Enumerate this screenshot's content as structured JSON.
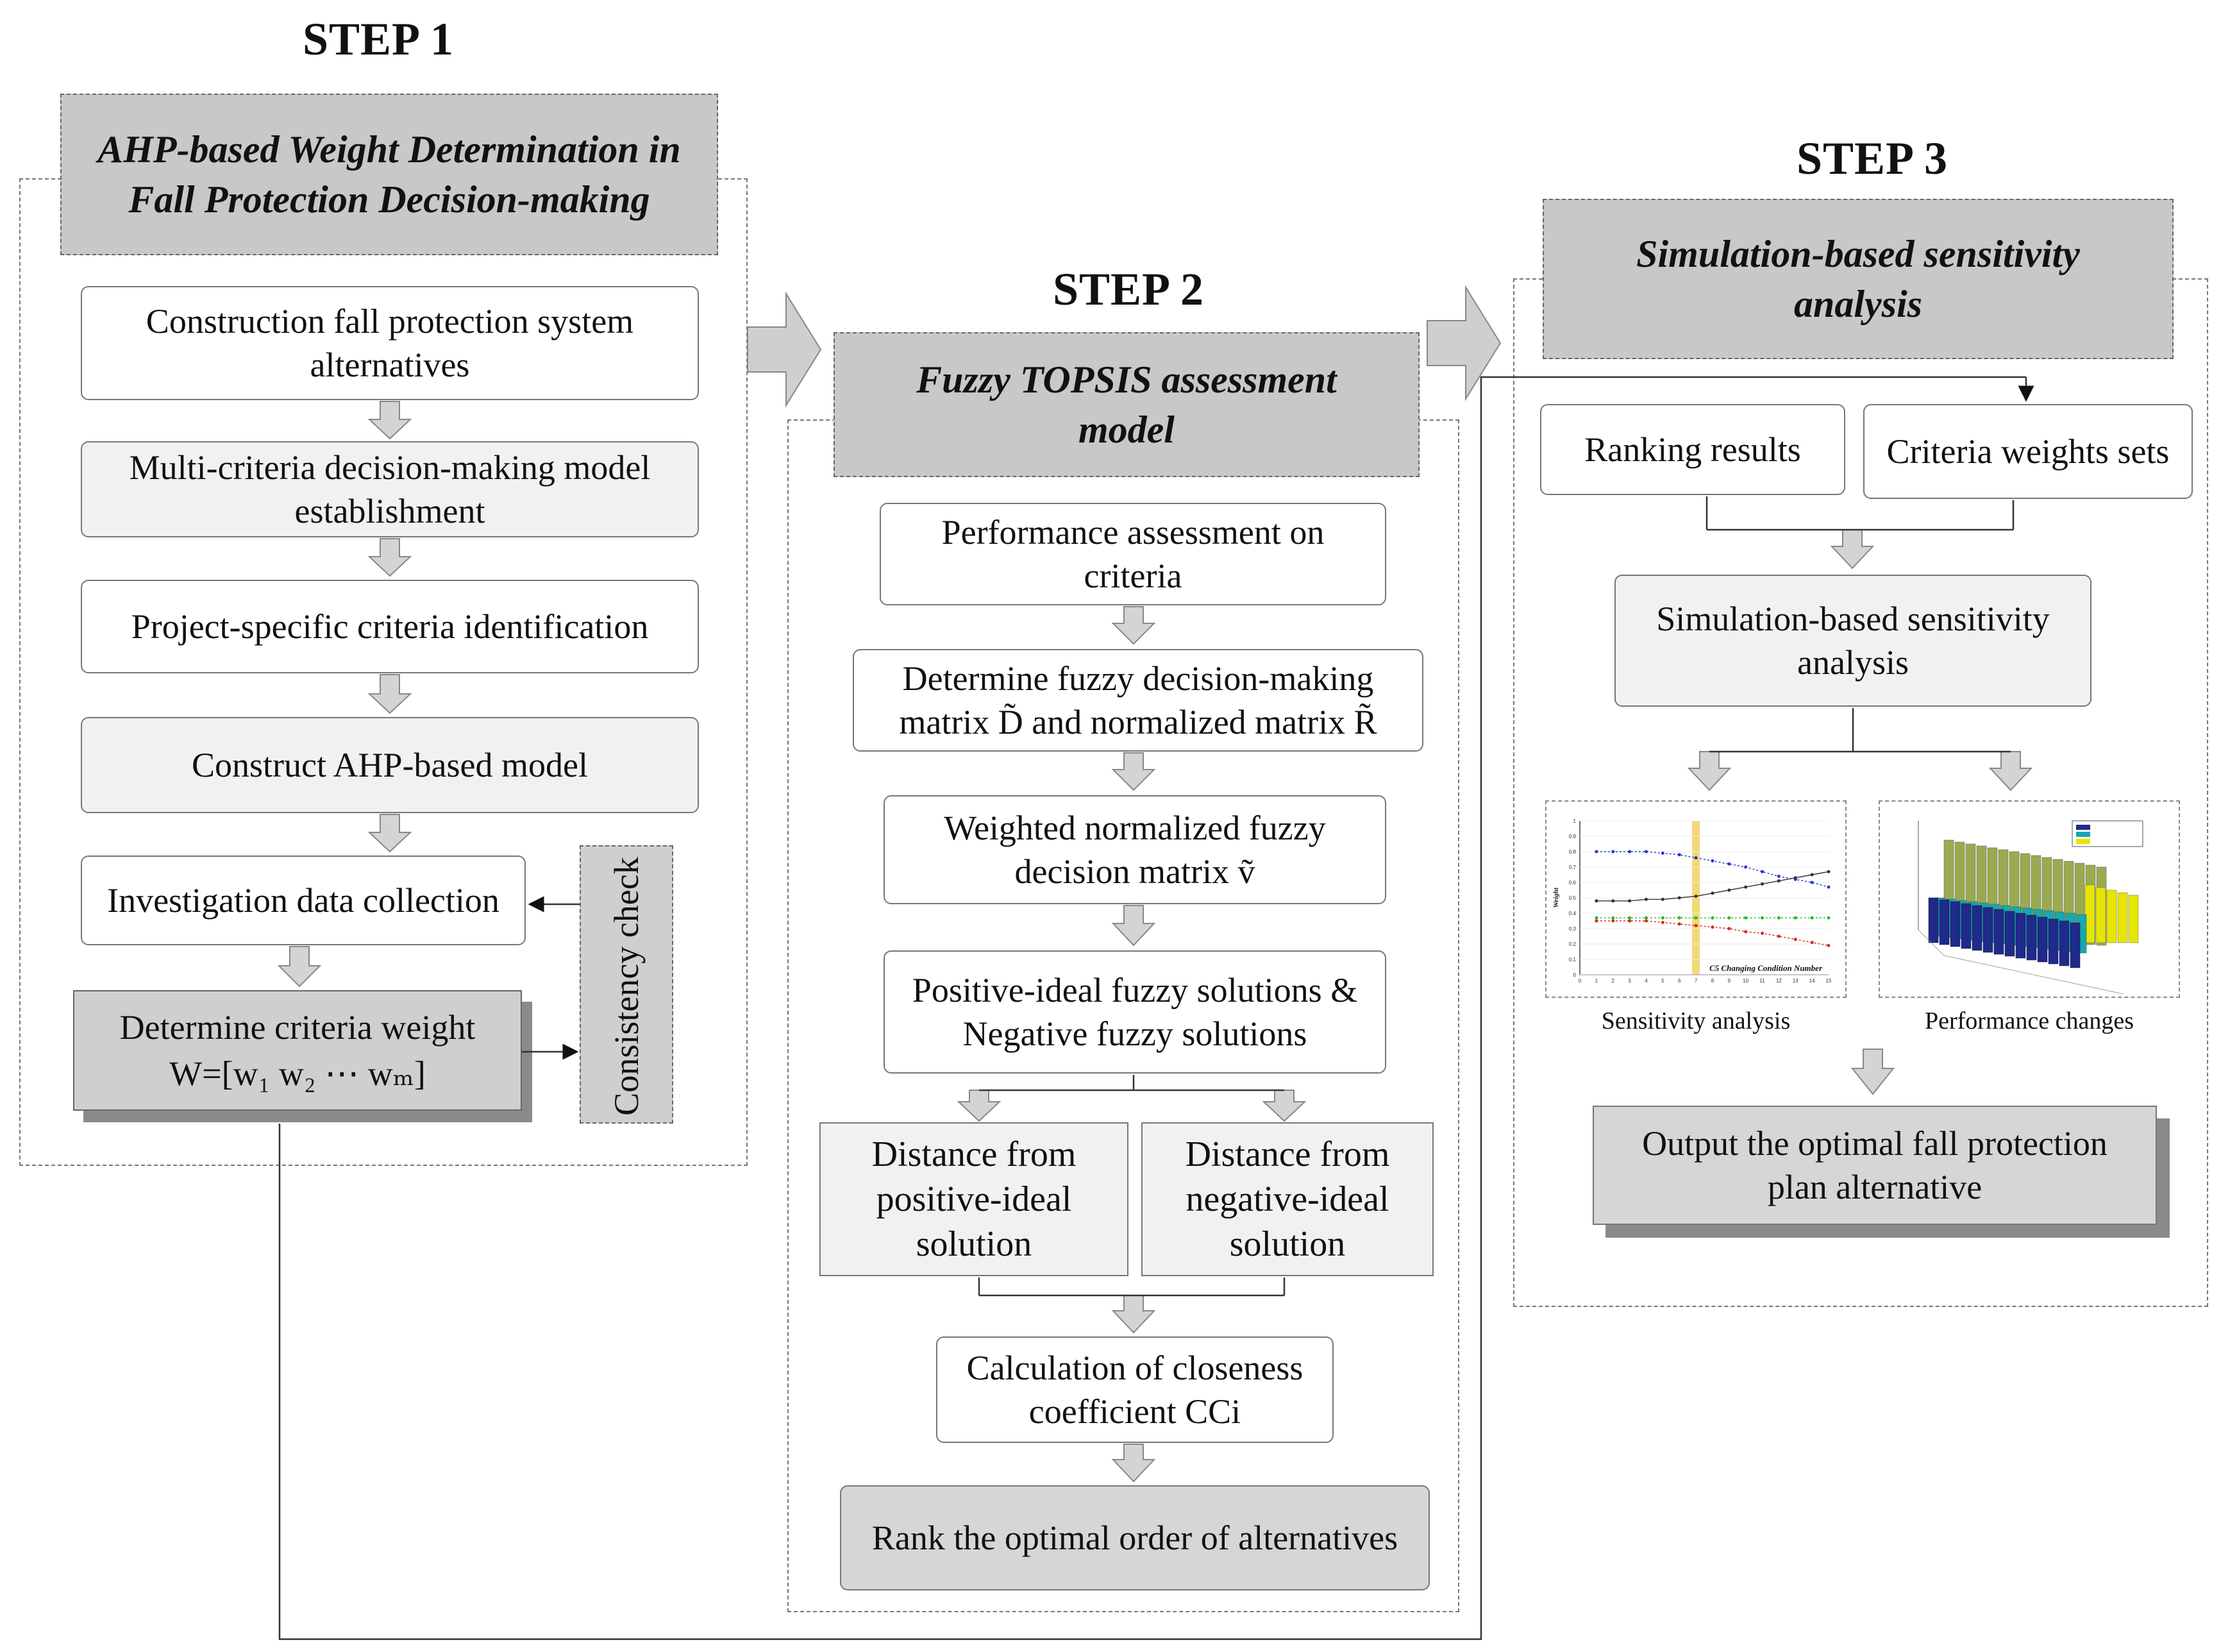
{
  "step1": {
    "label": "STEP 1",
    "title": "AHP-based Weight Determination in Fall Protection Decision-making",
    "boxes": [
      "Construction fall protection system alternatives",
      "Multi-criteria decision-making model establishment",
      "Project-specific criteria identification",
      "Construct AHP-based model",
      "Investigation data collection"
    ],
    "weight_box": {
      "line1": "Determine criteria weight",
      "line2": "W=[w₁ w₂ ⋯ wₘ]"
    },
    "consistency": "Consistency check"
  },
  "step2": {
    "label": "STEP 2",
    "title": "Fuzzy TOPSIS assessment model",
    "boxes": [
      "Performance assessment on criteria",
      "Determine fuzzy decision-making matrix D̃ and normalized matrix R̃",
      "Weighted normalized fuzzy decision matrix ṽ",
      "Positive-ideal fuzzy solutions & Negative fuzzy solutions"
    ],
    "distance_pos": "Distance from positive-ideal solution",
    "distance_neg": "Distance from negative-ideal solution",
    "closeness": "Calculation of closeness coefficient CCi",
    "rank": "Rank the optimal order of alternatives"
  },
  "step3": {
    "label": "STEP 3",
    "title": "Simulation-based sensitivity analysis",
    "ranking": "Ranking results",
    "weights_sets": "Criteria weights sets",
    "simulation": "Simulation-based sensitivity analysis",
    "caption_sensitivity": "Sensitivity analysis",
    "caption_performance": "Performance changes",
    "output": "Output the optimal fall protection plan alternative"
  },
  "thumb_sensitivity": {
    "ylabel": "Weight",
    "xlabel": "C5 Changing Condition Number",
    "yticks": [
      "0",
      "0.1",
      "0.2",
      "0.3",
      "0.4",
      "0.5",
      "0.6",
      "0.7",
      "0.8",
      "0.9",
      "1"
    ],
    "xticks": [
      "0",
      "1",
      "2",
      "3",
      "4",
      "5",
      "6",
      "7",
      "8",
      "9",
      "10",
      "11",
      "12",
      "13",
      "14",
      "15"
    ],
    "series_colors": [
      "#2233dd",
      "#333333",
      "#22bb22",
      "#dd2222"
    ],
    "highlight_color": "#f2c94c"
  },
  "thumb_performance": {
    "colors": [
      "#9aab4f",
      "#1f2a8a",
      "#1aa6b0",
      "#e6e600"
    ]
  }
}
